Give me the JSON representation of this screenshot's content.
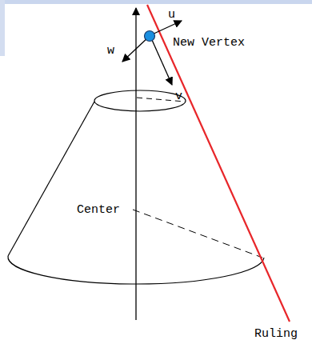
{
  "diagram": {
    "labels": [
      "u",
      "w",
      "New Vertex",
      "v",
      "Center",
      "Ruling"
    ]
  }
}
